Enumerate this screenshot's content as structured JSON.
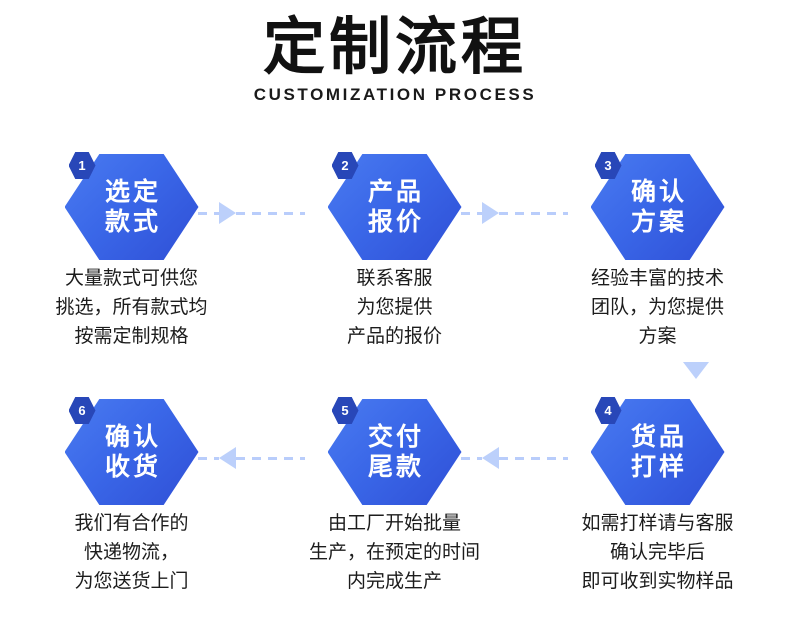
{
  "header": {
    "title": "定制流程",
    "subtitle": "CUSTOMIZATION PROCESS"
  },
  "theme": {
    "node_fill_light": "#4a7bf0",
    "node_fill_dark": "#2f4fd6",
    "badge_fill": "#2847b8",
    "connector_color": "#bcd0fb",
    "text_color": "#1c1c1c",
    "background": "#ffffff"
  },
  "steps": [
    {
      "number": "1",
      "title_lines": [
        "选定",
        "款式"
      ],
      "desc_lines": [
        "大量款式可供您",
        "挑选，所有款式均",
        "按需定制规格"
      ]
    },
    {
      "number": "2",
      "title_lines": [
        "产品",
        "报价"
      ],
      "desc_lines": [
        "联系客服",
        "为您提供",
        "产品的报价"
      ]
    },
    {
      "number": "3",
      "title_lines": [
        "确认",
        "方案"
      ],
      "desc_lines": [
        "经验丰富的技术",
        "团队，为您提供",
        "方案"
      ]
    },
    {
      "number": "6",
      "title_lines": [
        "确认",
        "收货"
      ],
      "desc_lines": [
        "我们有合作的",
        "快递物流，",
        "为您送货上门"
      ]
    },
    {
      "number": "5",
      "title_lines": [
        "交付",
        "尾款"
      ],
      "desc_lines": [
        "由工厂开始批量",
        "生产，在预定的时间",
        "内完成生产"
      ]
    },
    {
      "number": "4",
      "title_lines": [
        "货品",
        "打样"
      ],
      "desc_lines": [
        "如需打样请与客服",
        "确认完毕后",
        "即可收到实物样品"
      ]
    }
  ],
  "connectors": [
    {
      "name": "arrow-step1-to-step2",
      "direction": "right"
    },
    {
      "name": "arrow-step2-to-step3",
      "direction": "right"
    },
    {
      "name": "arrow-step3-to-step4",
      "direction": "down"
    },
    {
      "name": "arrow-step4-to-step5",
      "direction": "left"
    },
    {
      "name": "arrow-step5-to-step6",
      "direction": "left"
    }
  ]
}
